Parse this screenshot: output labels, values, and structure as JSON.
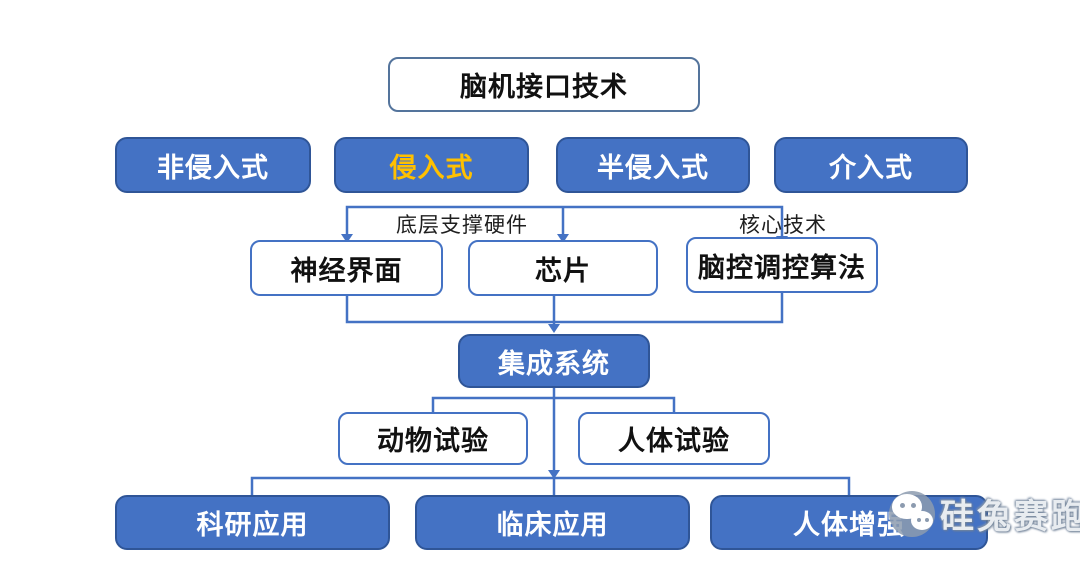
{
  "colors": {
    "node_fill": "#4472C4",
    "node_border": "#2F5597",
    "white_node_border": "#4472C4",
    "root_border": "#54749C",
    "connector": "#4472C4",
    "node_text": "#FFFFFF",
    "white_node_text": "#111111",
    "highlight_text": "#FFC000",
    "branch_label_text": "#1F1F1F",
    "watermark_text": "#E8ECF0",
    "watermark_icon_bg": "#8C9BAF"
  },
  "diagram": {
    "root": {
      "label": "脑机接口技术"
    },
    "interface_types": [
      {
        "label": "非侵入式",
        "highlighted": false
      },
      {
        "label": "侵入式",
        "highlighted": true
      },
      {
        "label": "半侵入式",
        "highlighted": false
      },
      {
        "label": "介入式",
        "highlighted": false
      }
    ],
    "branch_labels": {
      "hardware": "底层支撑硬件",
      "core_tech": "核心技术"
    },
    "hardware_components": [
      {
        "label": "神经界面"
      },
      {
        "label": "芯片"
      },
      {
        "label": "脑控调控算法"
      }
    ],
    "integration": {
      "label": "集成系统"
    },
    "trials": [
      {
        "label": "动物试验"
      },
      {
        "label": "人体试验"
      }
    ],
    "applications": [
      {
        "label": "科研应用"
      },
      {
        "label": "临床应用"
      },
      {
        "label": "人体增强"
      }
    ],
    "watermark": {
      "name": "硅兔赛跑",
      "icon": "wechat-icon"
    }
  }
}
